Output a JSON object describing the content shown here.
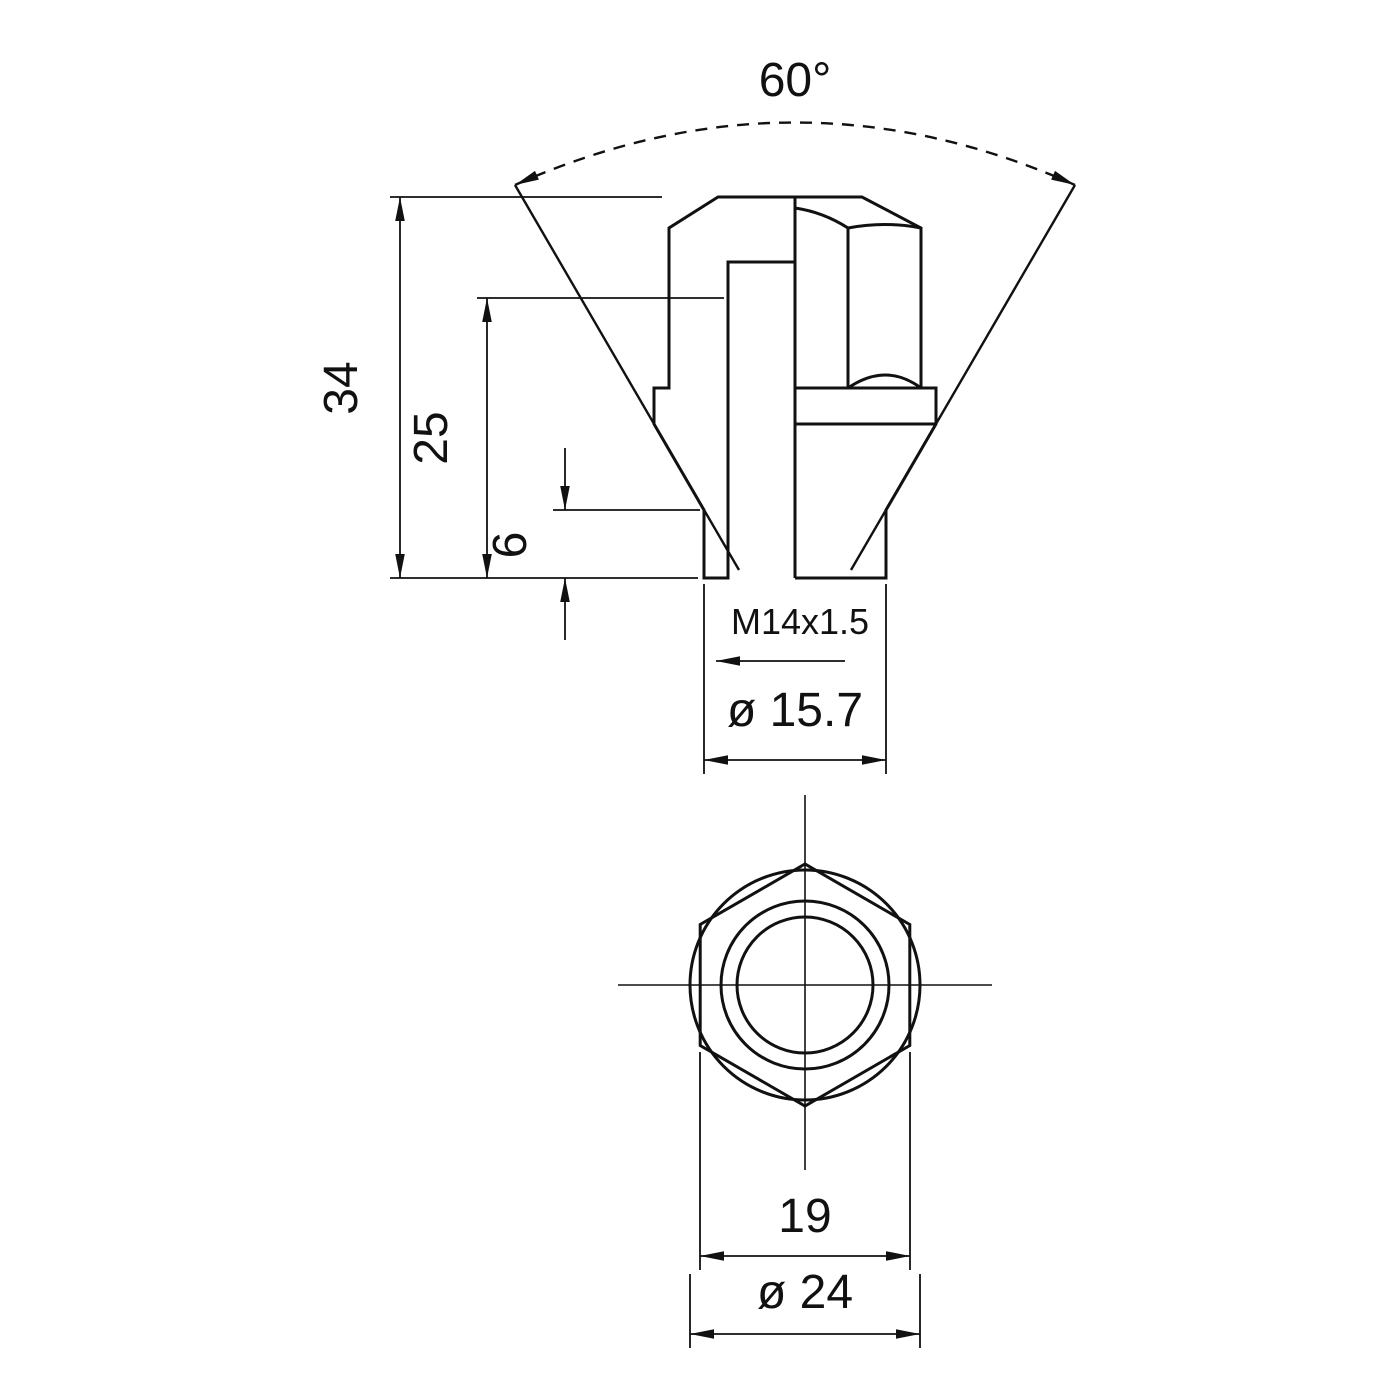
{
  "page": {
    "background": "#ffffff",
    "ink": "#111111",
    "title": "Wheel nut technical drawing"
  },
  "drawing": {
    "type": "technical-drawing",
    "views": [
      {
        "id": "section-view",
        "description": "Cross-section side view of open-ended wheel nut with 60 degree conical seat"
      },
      {
        "id": "end-view",
        "description": "End view of wheel nut with hexagon and bore circles"
      }
    ],
    "labels": {
      "cone_angle": "60°",
      "overall_height": "34",
      "thread_length": "25",
      "collar_height": "6",
      "thread_spec": "M14x1.5",
      "collar_diameter": "ø 15.7",
      "hex_width_af": "19",
      "outer_diameter": "ø 24"
    }
  }
}
